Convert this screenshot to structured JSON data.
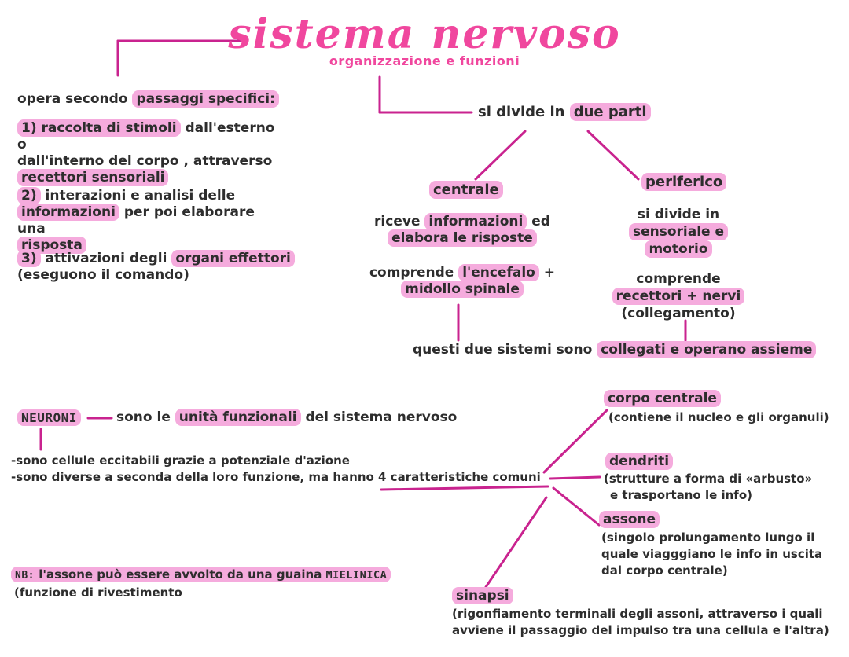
{
  "colors": {
    "accent": "#f0479e",
    "hl": "#f5abdd",
    "line": "#c9238f",
    "text": "#2d2d2d",
    "bg": "#ffffff"
  },
  "title": {
    "main": "sistema nervoso",
    "subtitle": "organizzazione e funzioni"
  },
  "intro": {
    "pre": "opera secondo ",
    "hl": "passaggi specifici:"
  },
  "step1": {
    "hl1": "1) raccolta di stimoli",
    "rest1": " dall'esterno o",
    "line2": "dall'interno del corpo , attraverso",
    "hl2": "recettori sensoriali"
  },
  "step2": {
    "hl1": "2)",
    "rest1": " interazioni e analisi delle",
    "hl2": "informazioni",
    "rest2": " per poi elaborare una",
    "hl3": "risposta"
  },
  "step3": {
    "hl1": "3)",
    "rest1": " attivazioni degli ",
    "hl2": "organi effettori",
    "line2": "(eseguono il comando)"
  },
  "divide": {
    "pre": "si divide in ",
    "hl": "due parti"
  },
  "central": {
    "label": "centrale",
    "d1_pre": "riceve ",
    "d1_hl": "informazioni",
    "d1_post": " ed",
    "d1_hl2": "elabora le risposte",
    "d2_pre": "comprende ",
    "d2_hl": "l'encefalo",
    "d2_post": " +",
    "d2_hl2": "midollo spinale"
  },
  "peripheral": {
    "label": "periferico",
    "d1": "si divide in",
    "d1_hl": "sensoriale e",
    "d1_hl2": "motorio",
    "d2": "comprende",
    "d2_hl": "recettori + nervi",
    "d2_post": "(collegamento)"
  },
  "together": {
    "pre": "questi due sistemi sono ",
    "hl": "collegati e operano assieme"
  },
  "neurons": {
    "label": "NEURONI",
    "pre": "sono le ",
    "hl": "unità funzionali",
    "post": " del sistema nervoso",
    "b1": "-sono cellule eccitabili grazie a potenziale d'azione",
    "b2": "-sono diverse a seconda della loro funzione, ma hanno 4 caratteristiche comuni"
  },
  "soma": {
    "label": "corpo centrale",
    "desc": "(contiene il nucleo e gli organuli)"
  },
  "dendrites": {
    "label": "dendriti",
    "desc1": "(strutture a forma di «arbusto»",
    "desc2": "e trasportano le info)"
  },
  "axon": {
    "label": "assone",
    "desc1": "(singolo prolungamento lungo il",
    "desc2": "quale viagggiano le info in uscita",
    "desc3": "dal corpo centrale)"
  },
  "synapse": {
    "label": "sinapsi",
    "desc1": "(rigonfiamento terminali degli assoni, attraverso i quali",
    "desc2": "avviene il passaggio del impulso tra una cellula e l'altra)"
  },
  "nb": {
    "tag": "NB:",
    "hl": " l'assone può essere avvolto da una guaina ",
    "caps": "MIELINICA",
    "line2": "(funzione di rivestimento"
  }
}
